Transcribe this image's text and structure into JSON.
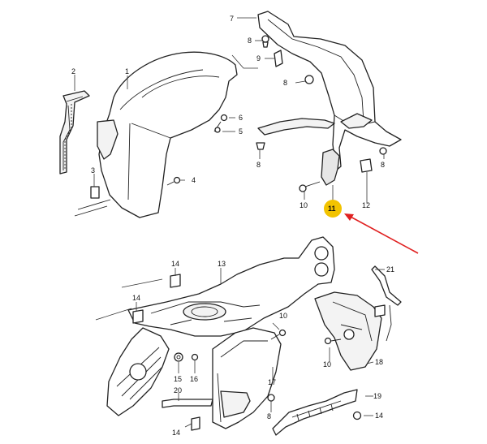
{
  "diagram": {
    "callouts": [
      "1",
      "2",
      "3",
      "4",
      "5",
      "6",
      "7",
      "8",
      "8",
      "8",
      "9",
      "10",
      "11",
      "12",
      "13",
      "14",
      "14",
      "14",
      "15",
      "16",
      "17",
      "18",
      "19",
      "20",
      "21",
      "10",
      "10",
      "8"
    ],
    "highlighted_label": "11",
    "highlight_color": "#f2c300",
    "arrow_color": "#e02020",
    "line_color": "#222222"
  }
}
